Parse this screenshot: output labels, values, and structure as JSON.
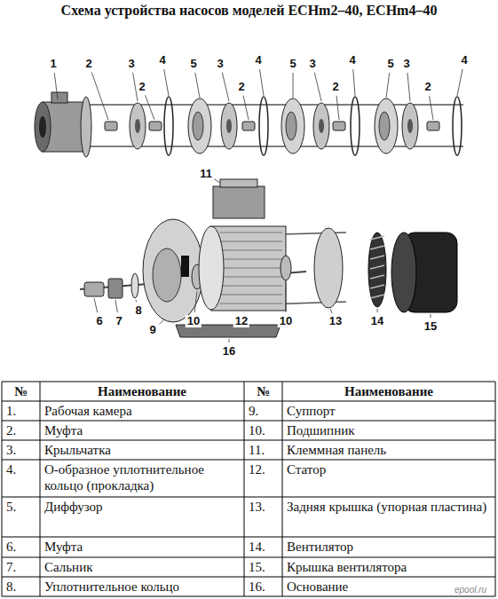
{
  "diagram": {
    "title": "Схема устройства насосов моделей ECHm2–40, ECHm4–40",
    "labels": [
      "1",
      "2",
      "3",
      "2",
      "4",
      "5",
      "3",
      "2",
      "4",
      "5",
      "3",
      "2",
      "4",
      "5",
      "3",
      "2",
      "4",
      "6",
      "7",
      "8",
      "9",
      "10",
      "11",
      "12",
      "10",
      "13",
      "14",
      "15",
      "16",
      "№",
      "Наименование",
      "№",
      "Наименование",
      "1.",
      "Рабочая камера",
      "9.",
      "Суппорт",
      "2.",
      "Муфта",
      "10.",
      "Подшипник",
      "3.",
      "Крыльчатка",
      "11.",
      "Клеммная панель",
      "4.",
      "О-образное уплотнительное кольцо (прокладка)",
      "12.",
      "Статор",
      "5.",
      "Диффузор",
      "13.",
      "Задняя крышка (упорная пластина)",
      "6.",
      "Муфта",
      "14.",
      "Вентилятор",
      "7.",
      "Сальник",
      "15.",
      "Крышка вентилятора",
      "8.",
      "Уплотнительное кольцо",
      "16.",
      "Основание",
      "epool.ru"
    ]
  }
}
